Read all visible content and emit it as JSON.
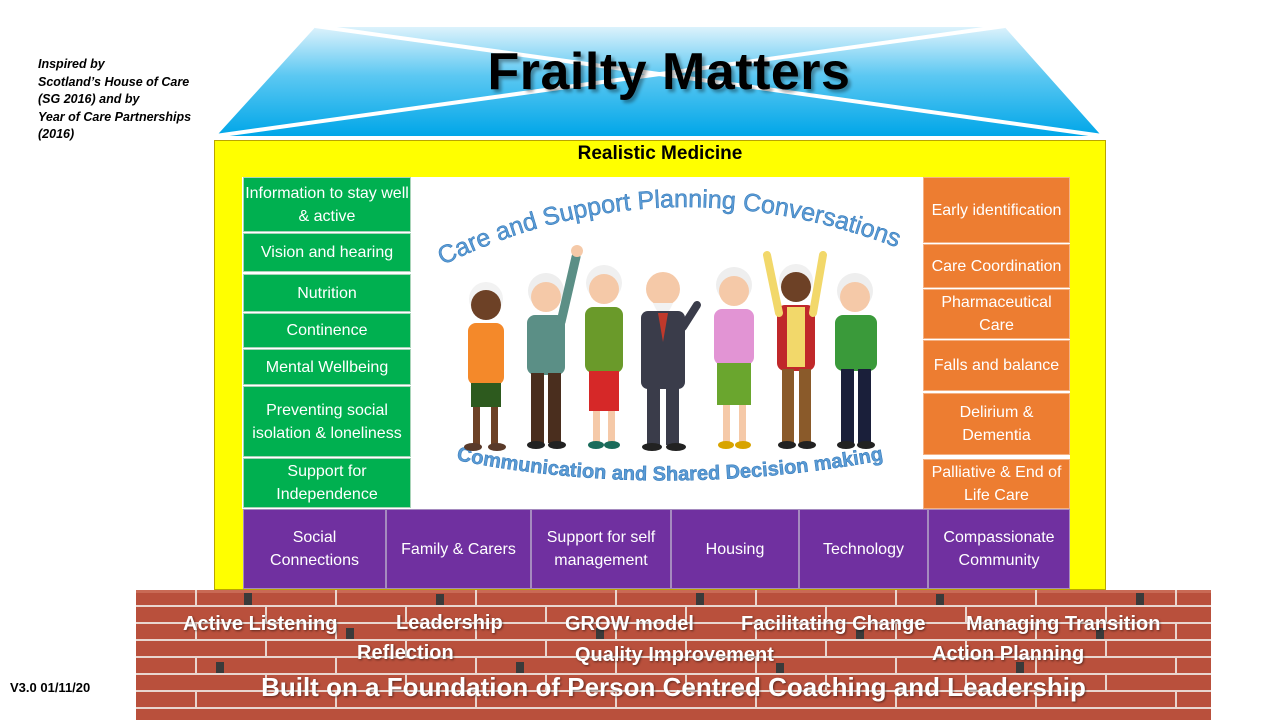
{
  "credit": "Inspired by\nScotland’s House of Care\n(SG 2016)  and by\nYear of Care Partnerships\n(2016)",
  "version": "V3.0   01/11/20",
  "title": "Frailty Matters",
  "wall_header": "Realistic Medicine",
  "center": {
    "arc_top": "Care and Support Planning Conversations",
    "arc_bottom": "Communication and Shared Decision making"
  },
  "left_column": [
    "Information to stay well & active",
    "Vision and hearing",
    "Nutrition",
    "Continence",
    "Mental Wellbeing",
    "Preventing social isolation & loneliness",
    "Support  for Independence"
  ],
  "right_column": [
    "Early identification",
    "Care Coordination",
    "Pharmaceutical Care",
    "Falls and balance",
    "Delirium & Dementia",
    "Palliative & End of Life Care"
  ],
  "bottom_row": [
    "Social Connections",
    "Family & Carers",
    "Support for self management",
    "Housing",
    "Technology",
    "Compassionate Community"
  ],
  "foundation": {
    "row1": [
      "Active Listening",
      "Leadership",
      "GROW model",
      "Facilitating Change",
      "Managing Transition"
    ],
    "row2": [
      "Reflection",
      "Quality Improvement",
      "Action Planning"
    ],
    "tagline": "Built on a Foundation of Person Centred Coaching and Leadership"
  },
  "colors": {
    "roof": "#00b0f0",
    "wall": "#ffff00",
    "green": "#00b050",
    "orange": "#ed7d31",
    "purple": "#7030a0",
    "brick": "#b9503c"
  }
}
